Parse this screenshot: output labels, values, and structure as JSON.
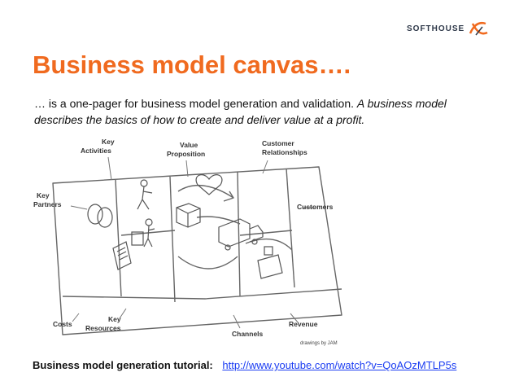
{
  "brand": {
    "logo_text": "SOFTHOUSE",
    "accent": "#f06a1f"
  },
  "slide": {
    "title": "Business model canvas….",
    "subtitle_plain": "… is a one-pager for business model generation and validation.",
    "subtitle_italic": "A business model describes the basics of how to create and deliver value at a profit."
  },
  "canvas": {
    "labels": {
      "key_activities": [
        "Key",
        "Activities"
      ],
      "value_proposition": [
        "Value",
        "Proposition"
      ],
      "customer_relationships": [
        "Customer",
        "Relationships"
      ],
      "key_partners": [
        "Key",
        "Partners"
      ],
      "customers": "Customers",
      "costs": "Costs",
      "key_resources": [
        "Key",
        "Resources"
      ],
      "channels": "Channels",
      "revenue": "Revenue",
      "credit": "drawings by JAM"
    }
  },
  "footer": {
    "label": "Business model generation tutorial:",
    "link": "http://www.youtube.com/watch?v=QoAOzMTLP5s"
  }
}
